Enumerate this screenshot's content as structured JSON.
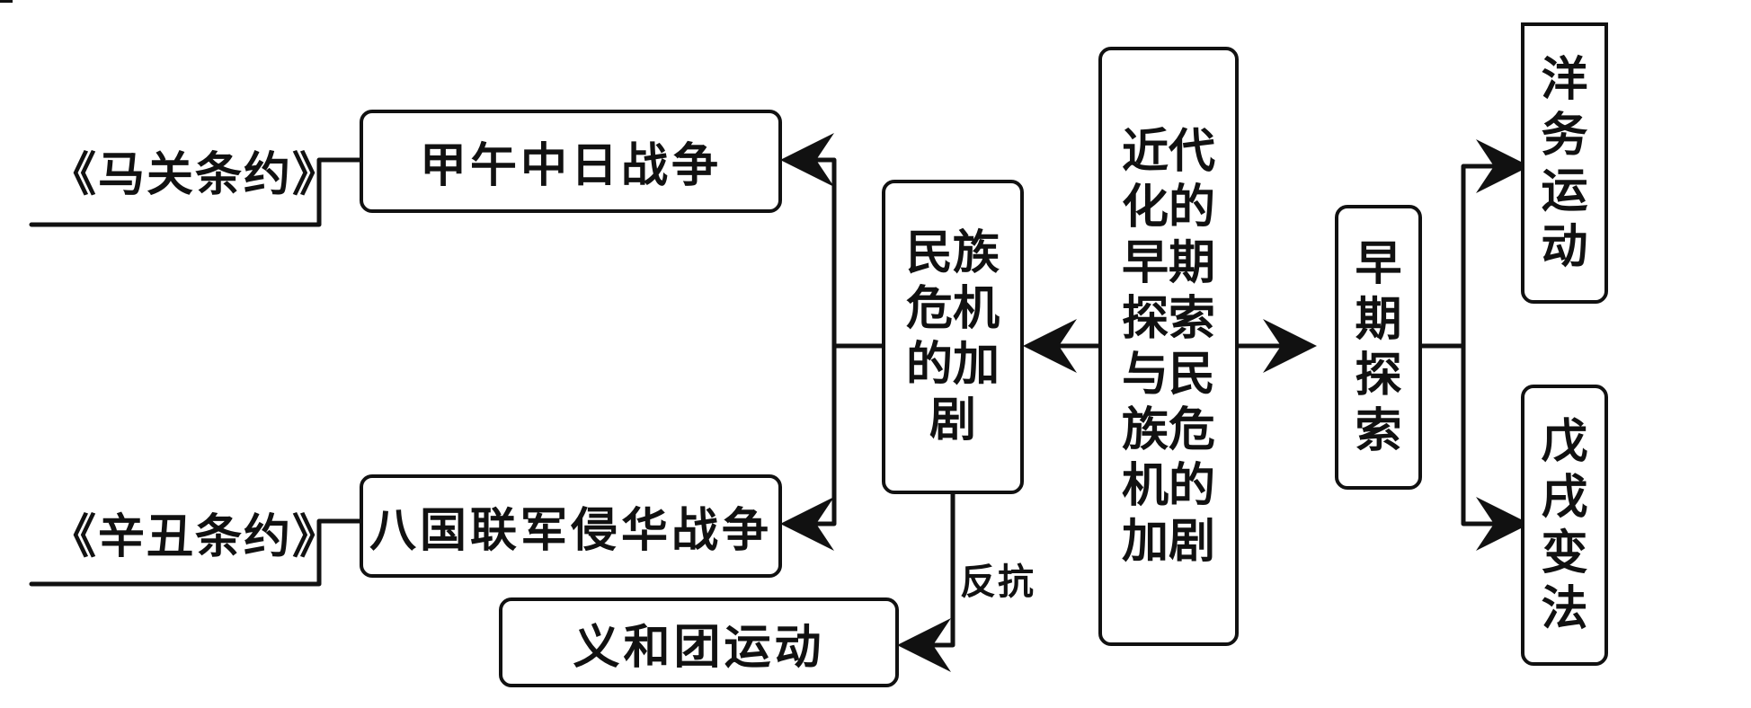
{
  "diagram": {
    "center": "近代化的早期探索与民族危机的加剧",
    "left_branch": "民族危机的加剧",
    "right_branch": "早期探索",
    "wars": [
      "甲午中日战争",
      "八国联军侵华战争"
    ],
    "treaties": [
      "《马关条约》",
      "《辛丑条约》"
    ],
    "resistance_label": "反抗",
    "resistance": "义和团运动",
    "explorations": [
      "洋务运动",
      "戊戌变法"
    ]
  }
}
